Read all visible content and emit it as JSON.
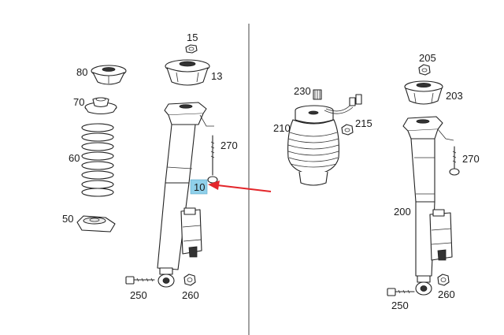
{
  "diagram": {
    "callout_color": "#e3262b",
    "highlight_color": "#8fd0ea",
    "left_assembly": {
      "labels": {
        "p15": "15",
        "p80": "80",
        "p13": "13",
        "p70": "70",
        "p270": "270",
        "p60": "60",
        "p10": "10",
        "p50": "50",
        "p250": "250",
        "p260": "260"
      }
    },
    "right_assembly": {
      "labels": {
        "p205": "205",
        "p230": "230",
        "p203": "203",
        "p210": "210",
        "p215": "215",
        "p270": "270",
        "p200": "200",
        "p250": "250",
        "p260": "260"
      }
    }
  }
}
